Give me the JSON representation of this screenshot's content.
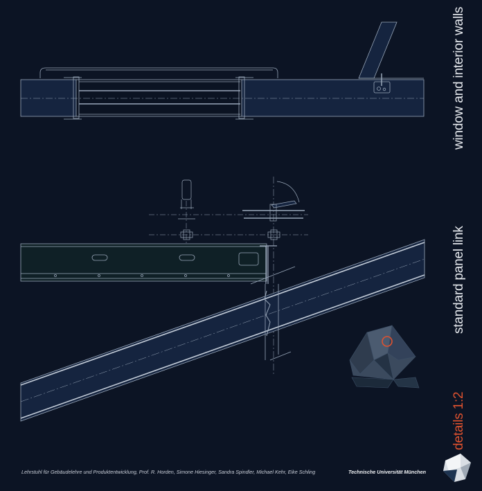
{
  "sections": {
    "top_title": "window and interior walls",
    "middle_title": "standard panel link",
    "scale_label": "details 1:2"
  },
  "footer": {
    "credits": "Lehrstuhl für Gebäudelehre und Produktentwicklung, Prof. R. Horden, Simone Hiesinger, Sandra Spindler, Michael Kehr, Eike Schling",
    "institution": "Technische Universität München"
  },
  "colors": {
    "background": "#0c1424",
    "panel_fill": "#15243f",
    "line": "#9aa8ba",
    "accent": "#e0522f"
  }
}
